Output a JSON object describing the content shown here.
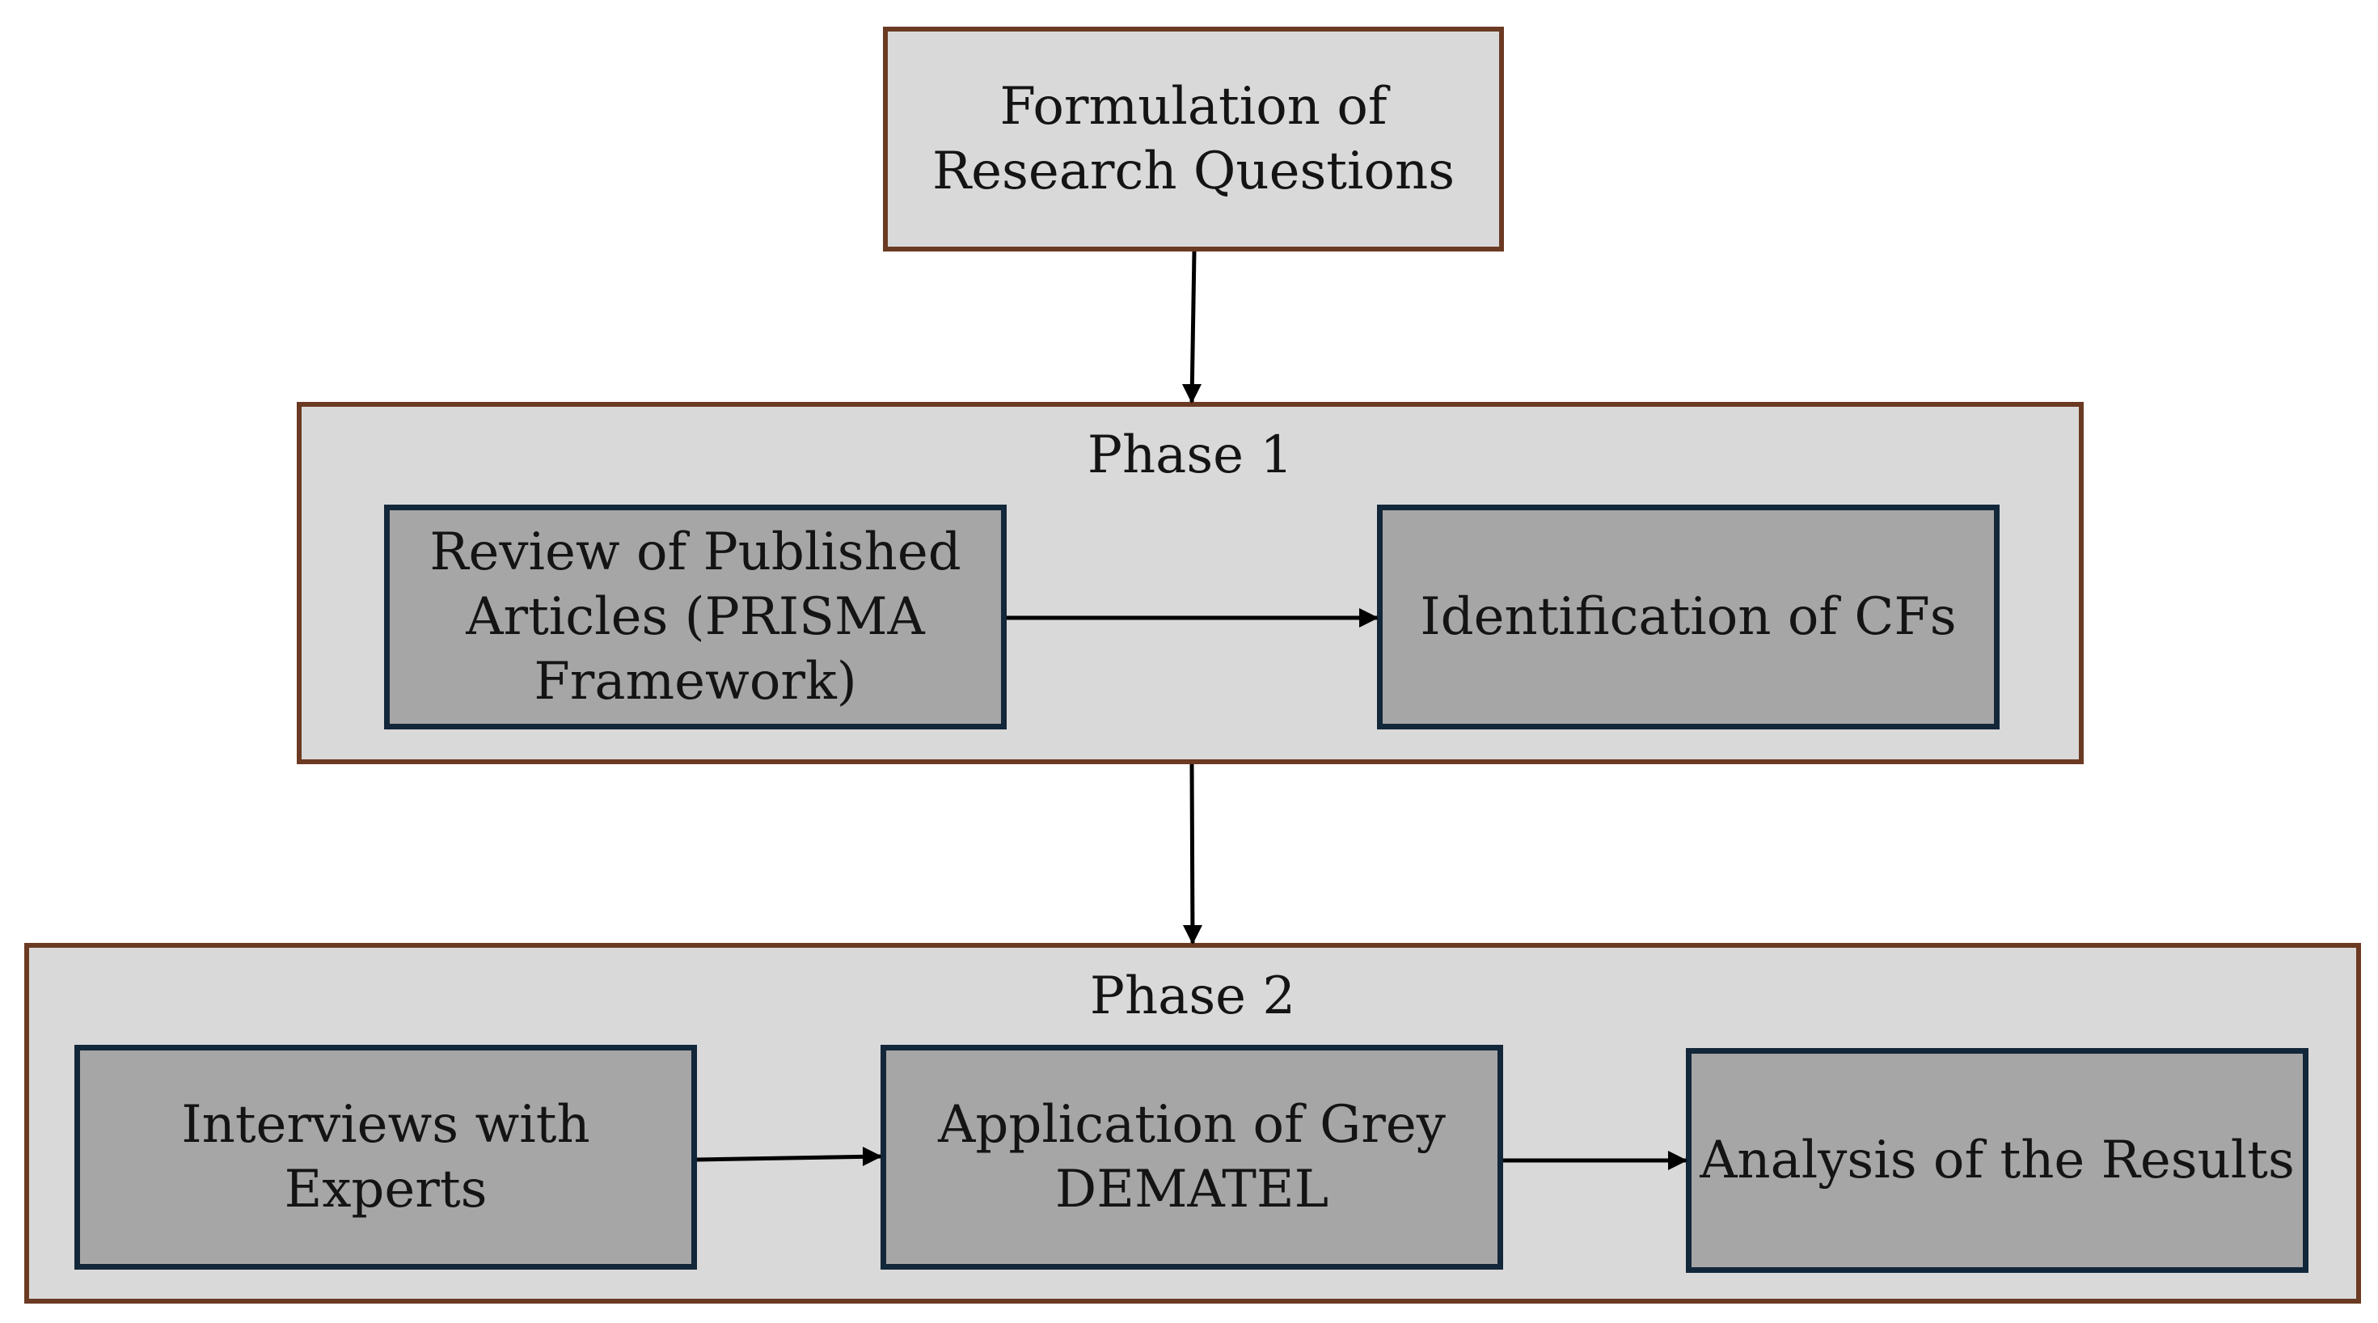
{
  "top": {
    "label": "Formulation of\nResearch Questions"
  },
  "phase1": {
    "title": "Phase 1",
    "steps": [
      {
        "label": "Review of Published\nArticles (PRISMA\nFramework)"
      },
      {
        "label": "Identification of CFs"
      }
    ]
  },
  "phase2": {
    "title": "Phase 2",
    "steps": [
      {
        "label": "Interviews with Experts"
      },
      {
        "label": "Application of Grey\nDEMATEL"
      },
      {
        "label": "Analysis of the Results"
      }
    ]
  },
  "colors": {
    "frame_fill": "#d9d9d9",
    "frame_border": "#6b3a22",
    "step_fill": "#a6a6a6",
    "step_border": "#13273a",
    "arrow": "#000000"
  }
}
